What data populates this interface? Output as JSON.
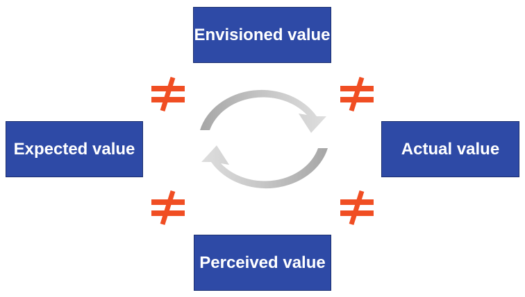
{
  "boxes": {
    "top": "Envisioned value",
    "left": "Expected value",
    "right": "Actual value",
    "bottom": "Perceived value"
  },
  "colors": {
    "box_fill": "#2e4aa6",
    "box_border": "#1a2d6e",
    "box_text": "#ffffff",
    "not_equal": "#f04e23",
    "arrow_light": "#d6d6d6",
    "arrow_dark": "#a6a6a6"
  },
  "icons": {
    "not_equal": "not-equal-icon",
    "cycle": "cycle-arrows-icon"
  }
}
